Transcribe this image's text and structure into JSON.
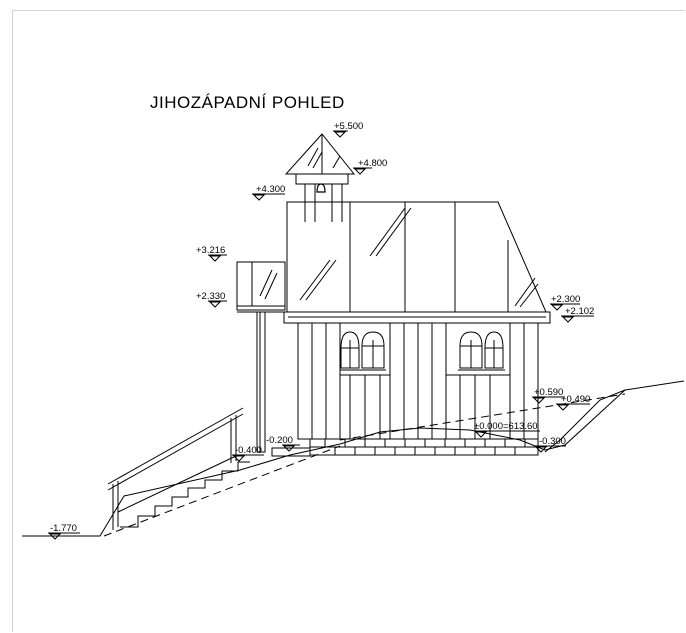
{
  "title": "JIHOZÁPADNÍ  POHLED",
  "levels": {
    "roof_top": "+5.500",
    "belfry_eave": "+4.800",
    "belfry_base": "+4.300",
    "porch_roof_top": "+3.216",
    "porch_roof_base": "+2.330",
    "eave_top": "+2.300",
    "eave_bottom": "+2.102",
    "floor_right_a": "+0.590",
    "floor_right_b": "+0.490",
    "zero_level": "±0.000=613.60",
    "terrain_right": "-0.300",
    "porch_floor": "-0.200",
    "stairs_top": "-0.400",
    "ground_left": "-1.770"
  },
  "colors": {
    "line": "#000000",
    "frame": "#d4d4d4",
    "background": "#ffffff"
  }
}
